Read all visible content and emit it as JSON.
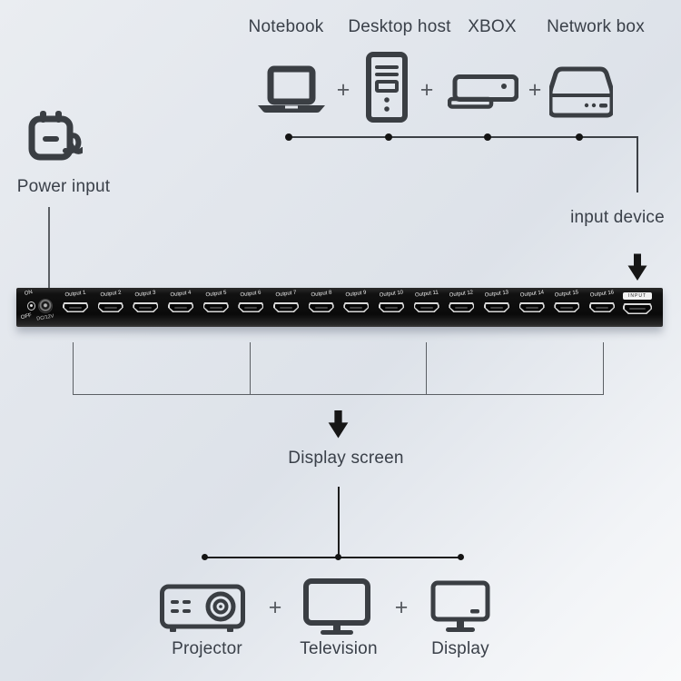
{
  "sources": {
    "group_label": "input device",
    "plus": "+",
    "items": [
      {
        "label": "Notebook",
        "icon": "laptop-icon"
      },
      {
        "label": "Desktop host",
        "icon": "desktop-tower-icon"
      },
      {
        "label": "XBOX",
        "icon": "game-console-icon"
      },
      {
        "label": "Network box",
        "icon": "network-box-icon"
      }
    ]
  },
  "power": {
    "label": "Power input"
  },
  "device": {
    "switch_on": "ON",
    "switch_off": "OFF",
    "dc_label": "DC/12V",
    "output_ports": [
      "Output 1",
      "Output 2",
      "Output 3",
      "Output 4",
      "Output 5",
      "Output 6",
      "Output 7",
      "Output 8",
      "Output 9",
      "Output 10",
      "Output 11",
      "Output 12",
      "Output 13",
      "Output 14",
      "Output 15",
      "Output 16"
    ],
    "input_port_label": "INPUT"
  },
  "displays": {
    "group_label": "Display screen",
    "plus": "+",
    "items": [
      {
        "label": "Projector",
        "icon": "projector-icon"
      },
      {
        "label": "Television",
        "icon": "television-icon"
      },
      {
        "label": "Display",
        "icon": "monitor-icon"
      }
    ]
  },
  "colors": {
    "background_top": "#eaedf1",
    "background_bottom": "#f9fafb",
    "text": "#3a4049",
    "icon_stroke": "#3a3e43",
    "device_body": "#0a0a0a",
    "arrow": "#161616"
  }
}
